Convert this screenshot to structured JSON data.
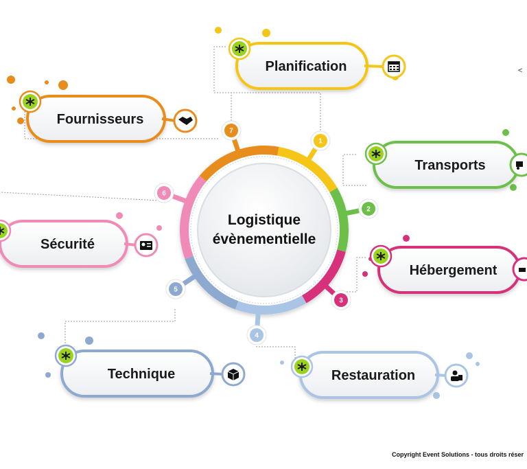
{
  "center": {
    "line1": "Logistique",
    "line2": "évènementielle"
  },
  "nodes": [
    {
      "id": "planification",
      "label": "Planification",
      "number": "1",
      "color": "#f5c518",
      "icon": "calendar-icon"
    },
    {
      "id": "transports",
      "label": "Transports",
      "number": "2",
      "color": "#6cc04a",
      "icon": "truck-icon"
    },
    {
      "id": "hebergement",
      "label": "Hébergement",
      "number": "3",
      "color": "#d6317a",
      "icon": "bed-icon"
    },
    {
      "id": "restauration",
      "label": "Restauration",
      "number": "4",
      "color": "#a9c4e4",
      "icon": "chef-icon"
    },
    {
      "id": "technique",
      "label": "Technique",
      "number": "5",
      "color": "#8ea9d0",
      "icon": "box-icon"
    },
    {
      "id": "securite",
      "label": "Sécurité",
      "number": "6",
      "color": "#f08ab7",
      "icon": "badge-icon"
    },
    {
      "id": "fournisseurs",
      "label": "Fournisseurs",
      "number": "7",
      "color": "#e88c1e",
      "icon": "handshake-icon"
    }
  ],
  "footer": {
    "copyright": "Copyright Event Solutions - tous droits réser"
  },
  "side_caret": "<"
}
